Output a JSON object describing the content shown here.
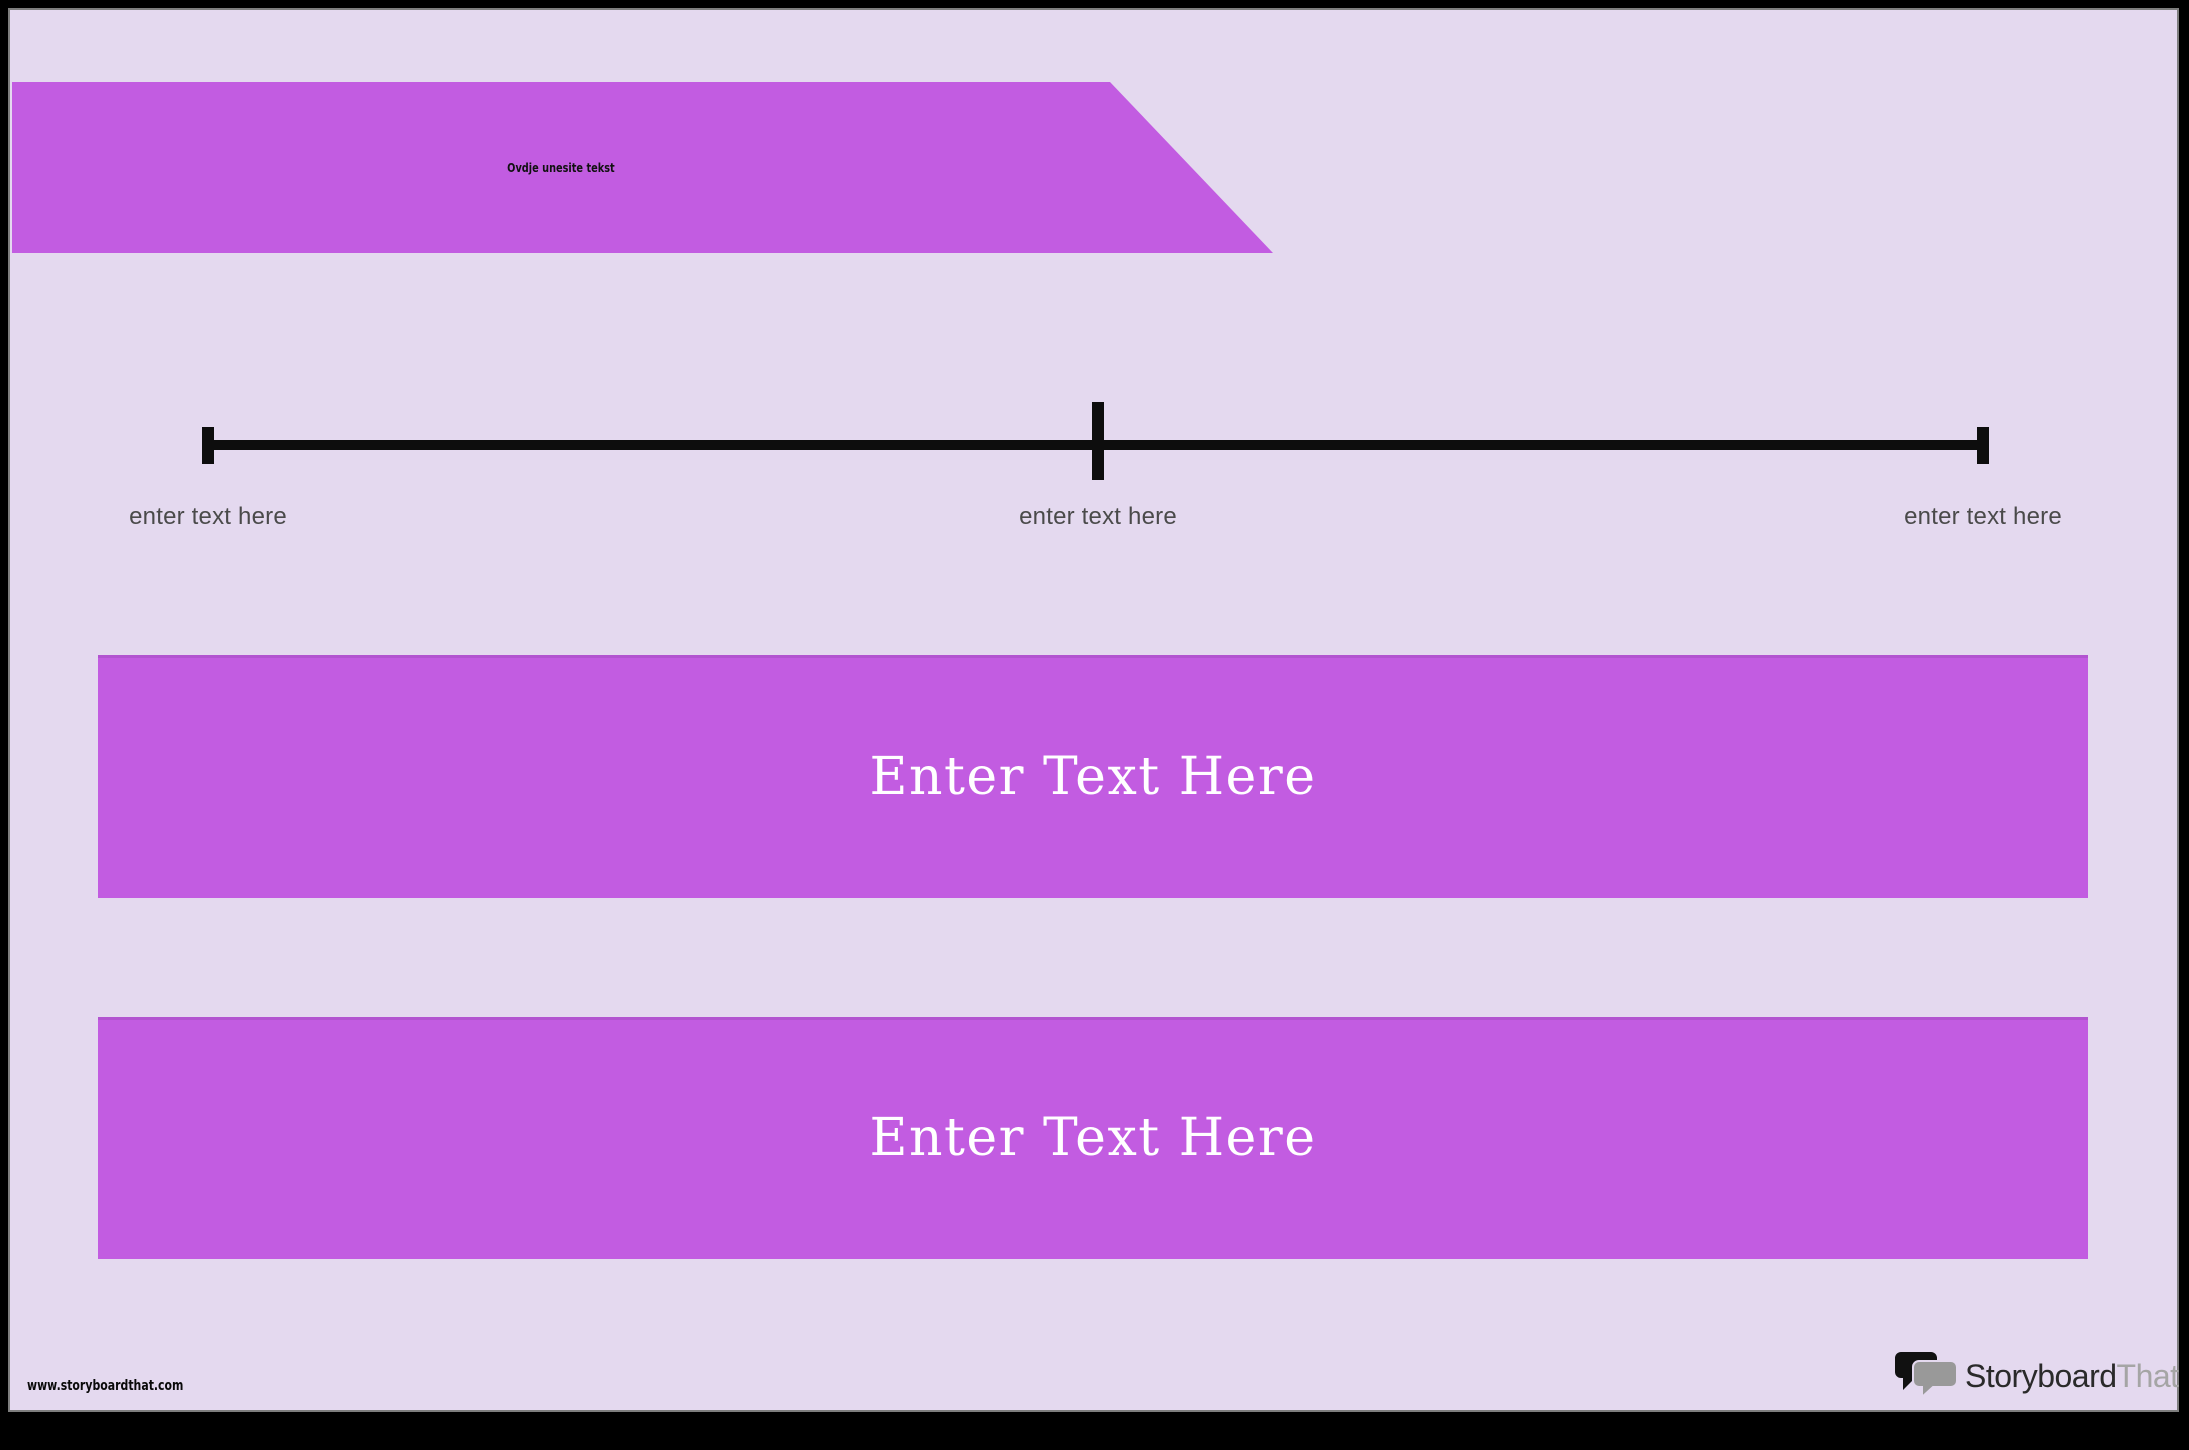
{
  "colors": {
    "frame": "#000000",
    "sheet": "#e4d9ef",
    "accent": "#c25ce1",
    "timeline": "#0d0d0d",
    "label_text": "#4a4a4a",
    "box_text": "#ffffff",
    "banner_text": "#111111",
    "logo_primary_color": "#2a2a2a",
    "logo_secondary_color": "#a5a5a5"
  },
  "banner": {
    "placeholder": "Ovdje unesite tekst"
  },
  "timeline": {
    "labels": [
      "enter text here",
      "enter text here",
      "enter text here"
    ]
  },
  "text_boxes": [
    {
      "placeholder": "Enter Text Here"
    },
    {
      "placeholder": "Enter Text Here"
    }
  ],
  "footer": {
    "website": "www.storyboardthat.com",
    "logo": {
      "primary": "Storyboard",
      "secondary": "That"
    }
  }
}
